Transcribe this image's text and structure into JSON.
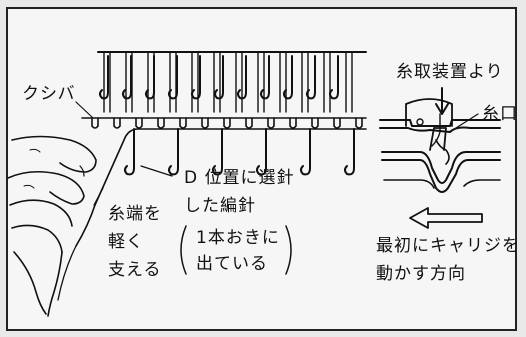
{
  "labels": {
    "kushiba": "クシバ",
    "yarn_feeder": "糸取装置より",
    "yarn_mouth": "糸口",
    "d_position_1": "D 位置に選針",
    "d_position_2": "した編針",
    "every_other_1": "1本おきに",
    "every_other_2": "出ている",
    "yarn_end_1": "糸端を",
    "yarn_end_2": "軽く",
    "yarn_end_3": "支える",
    "carriage_1": "最初にキャリジを",
    "carriage_2": "動かす方向"
  },
  "colors": {
    "ink": "#111111",
    "paper": "#f6f6f6",
    "background": "#e9e9e9"
  },
  "icons": {
    "direction_arrow": "left-arrow-outline"
  }
}
